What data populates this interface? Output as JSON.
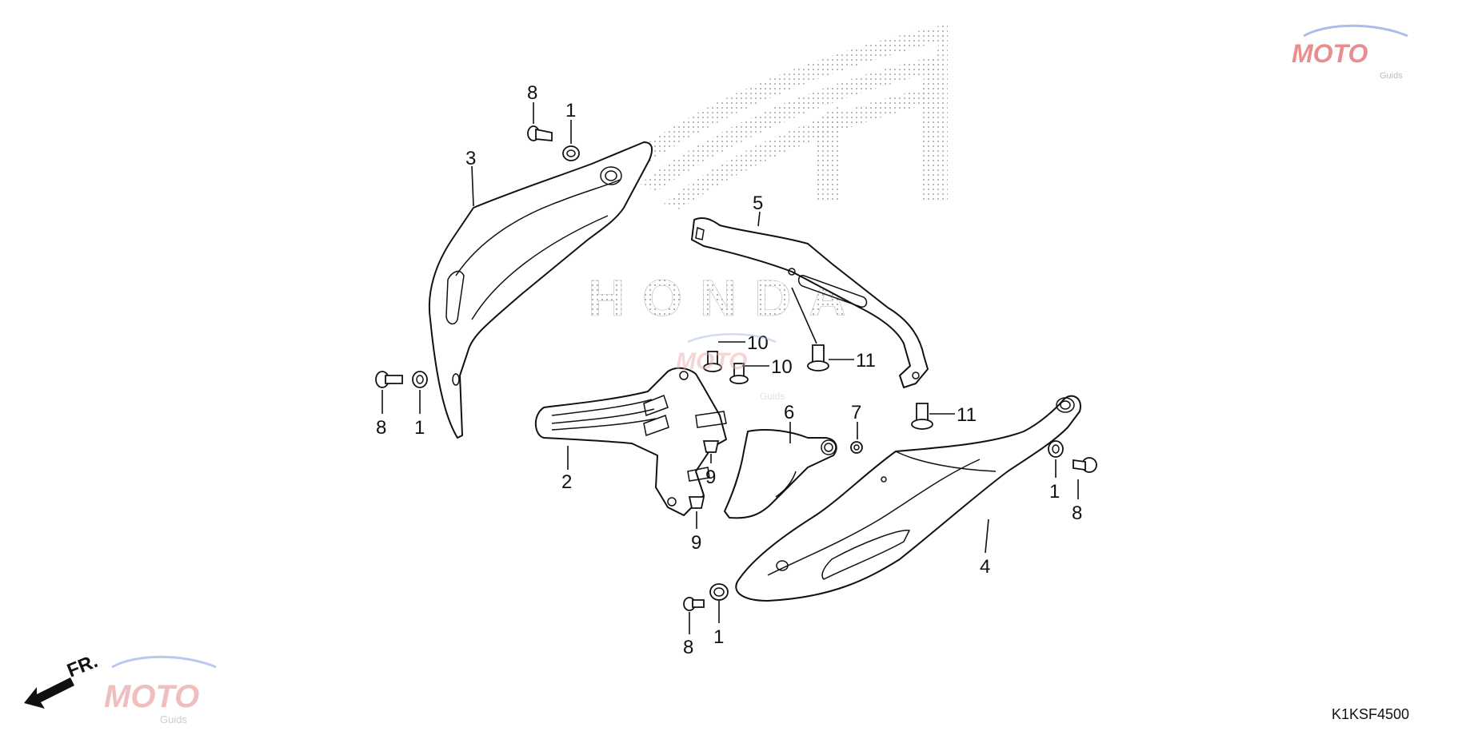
{
  "diagram": {
    "drawing_code": "K1KSF4500",
    "front_marker": "FR.",
    "watermark_logo": "MOTO Guids",
    "brand_logo": "HONDA",
    "callouts": {
      "c1a": "1",
      "c1b": "1",
      "c1c": "1",
      "c1d": "1",
      "c2": "2",
      "c3": "3",
      "c4": "4",
      "c5": "5",
      "c6": "6",
      "c7": "7",
      "c8a": "8",
      "c8b": "8",
      "c8c": "8",
      "c8d": "8",
      "c9a": "9",
      "c9b": "9",
      "c10a": "10",
      "c10b": "10",
      "c11a": "11",
      "c11b": "11"
    }
  }
}
